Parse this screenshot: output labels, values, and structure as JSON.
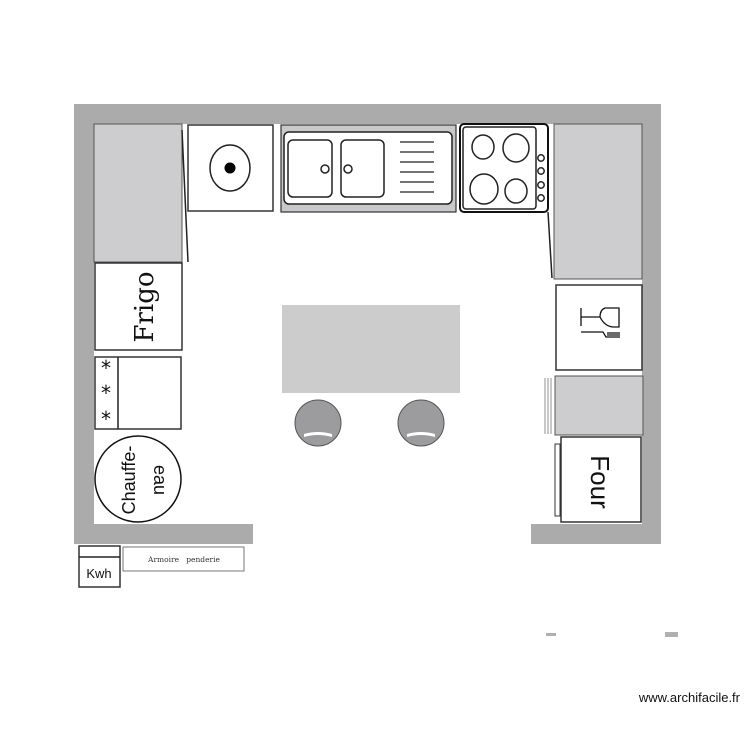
{
  "plan": {
    "fridge_label": "Frigo",
    "water_heater_label": [
      "Chauffe-",
      "eau"
    ],
    "oven_label": "Four",
    "meter_label": "Kwh",
    "wardrobe_label": "Armoire   penderie",
    "watermark": "www.archifacile.fr"
  },
  "colors": {
    "wall": "#ababab",
    "cabinet": "#cdcdcf",
    "island": "#cccccc"
  }
}
